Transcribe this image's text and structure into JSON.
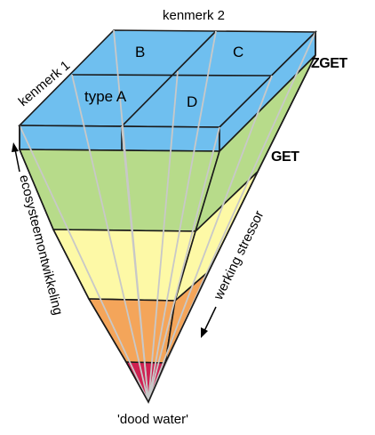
{
  "labels": {
    "top": "kenmerk 2",
    "left": "kenmerk 1",
    "zget": "ZGET",
    "get": "GET",
    "left_axis": "ecosysteemontwikkeling",
    "right_axis": "werking stressor",
    "bottom": "'dood water'"
  },
  "cells": {
    "a": "type A",
    "b": "B",
    "c": "C",
    "d": "D"
  },
  "colors": {
    "blue": "#6fbfef",
    "green": "#b7db8a",
    "yellow": "#fdf9a6",
    "orange": "#f4a55a",
    "red": "#cf2152",
    "lines": "#c8c8c8"
  }
}
